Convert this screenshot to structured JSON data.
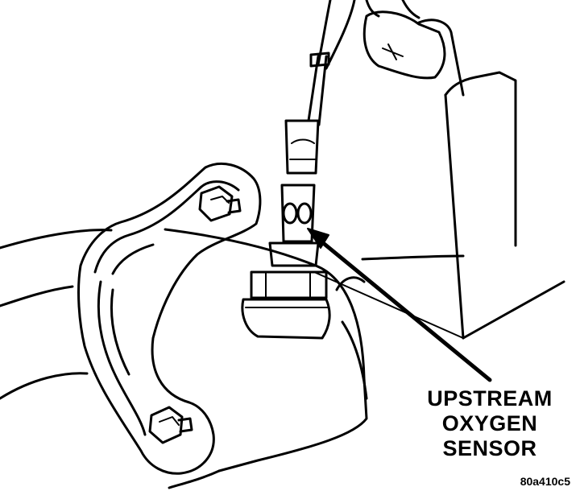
{
  "callout": {
    "line1": "UPSTREAM",
    "line2": "OXYGEN",
    "line3": "SENSOR"
  },
  "figure_id": "80a410c5",
  "colors": {
    "line": "#000000",
    "background": "#ffffff"
  },
  "icons": [
    "bolt-icon",
    "arrow-icon"
  ]
}
